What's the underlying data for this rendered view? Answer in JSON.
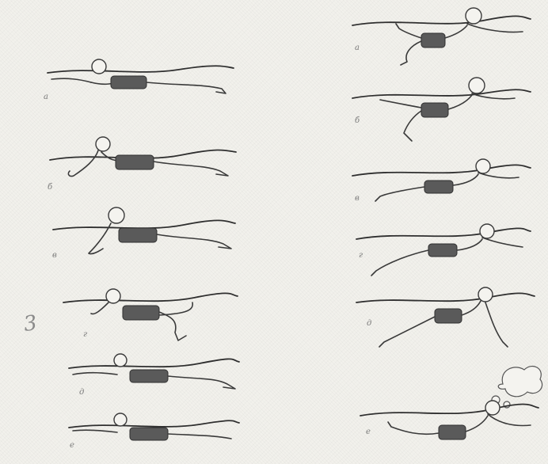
{
  "figure": {
    "margin_mark": "3",
    "left_column": {
      "frames": [
        {
          "label": "а"
        },
        {
          "label": "б"
        },
        {
          "label": "в"
        },
        {
          "label": "г"
        },
        {
          "label": "д"
        },
        {
          "label": "е"
        }
      ]
    },
    "right_column": {
      "frames": [
        {
          "label": "а"
        },
        {
          "label": "б"
        },
        {
          "label": "в"
        },
        {
          "label": "г"
        },
        {
          "label": "д"
        },
        {
          "label": "е"
        }
      ]
    }
  }
}
